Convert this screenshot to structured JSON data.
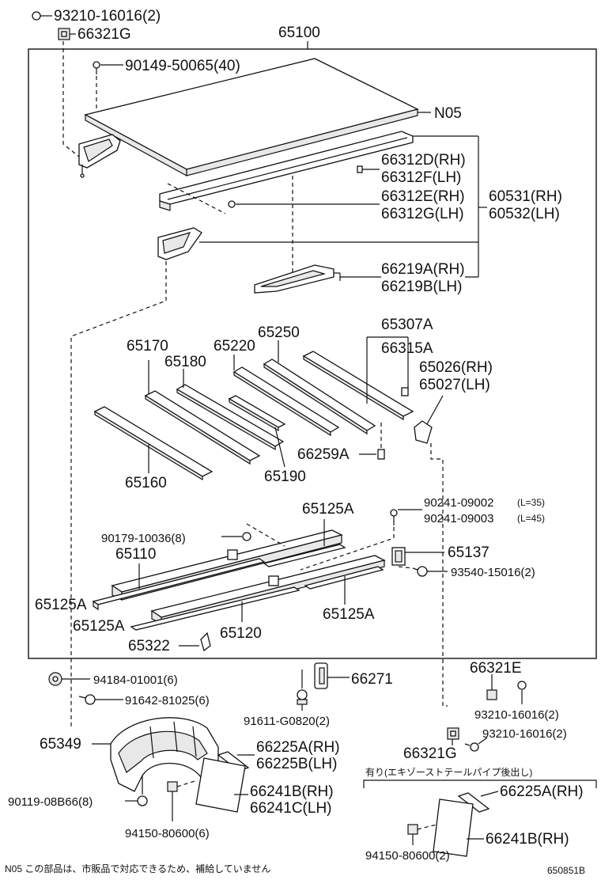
{
  "labels": {
    "l_93210_16016_top": "93210-16016(2)",
    "l_66321G_top": "66321G",
    "l_65100": "65100",
    "l_90149": "90149-50065(40)",
    "l_N05": "N05",
    "l_66312D": "66312D(RH)",
    "l_66312F": "66312F(LH)",
    "l_66312E": "66312E(RH)",
    "l_66312G": "66312G(LH)",
    "l_60531": "60531(RH)",
    "l_60532": "60532(LH)",
    "l_66219A": "66219A(RH)",
    "l_66219B": "66219B(LH)",
    "l_65307A": "65307A",
    "l_66315A": "66315A",
    "l_65026": "65026(RH)",
    "l_65027": "65027(LH)",
    "l_65250": "65250",
    "l_65170": "65170",
    "l_65220": "65220",
    "l_65180": "65180",
    "l_66259A": "66259A",
    "l_65190": "65190",
    "l_65160": "65160",
    "l_65125A_top": "65125A",
    "l_90241_09002": "90241-09002",
    "l_l35": "(L=35)",
    "l_90241_09003": "90241-09003",
    "l_l45": "(L=45)",
    "l_90179": "90179-10036(8)",
    "l_65110": "65110",
    "l_65137": "65137",
    "l_93540": "93540-15016(2)",
    "l_65125A_left": "65125A",
    "l_65125A_mid": "65125A",
    "l_65125A_right": "65125A",
    "l_65120": "65120",
    "l_65322": "65322",
    "l_94184": "94184-01001(6)",
    "l_66271": "66271",
    "l_66321E": "66321E",
    "l_91642": "91642-81025(6)",
    "l_93210_16016_r1": "93210-16016(2)",
    "l_91611": "91611-G0820(2)",
    "l_93210_16016_r2": "93210-16016(2)",
    "l_65349": "65349",
    "l_66225A_rh": "66225A(RH)",
    "l_66225B_lh": "66225B(LH)",
    "l_66321G_bot": "66321G",
    "l_ari": "有り(エキゾーストテールパイプ後出し)",
    "l_66225A_rh2": "66225A(RH)",
    "l_90119": "90119-08B66(8)",
    "l_66241B_rh": "66241B(RH)",
    "l_66241C_lh": "66241C(LH)",
    "l_94150_80600_6": "94150-80600(6)",
    "l_66241B_rh2": "66241B(RH)",
    "l_94150_80600_2": "94150-80600(2)",
    "l_note": "N05  この部品は、市販品で対応できるため、補給していません",
    "l_code": "650851B"
  }
}
